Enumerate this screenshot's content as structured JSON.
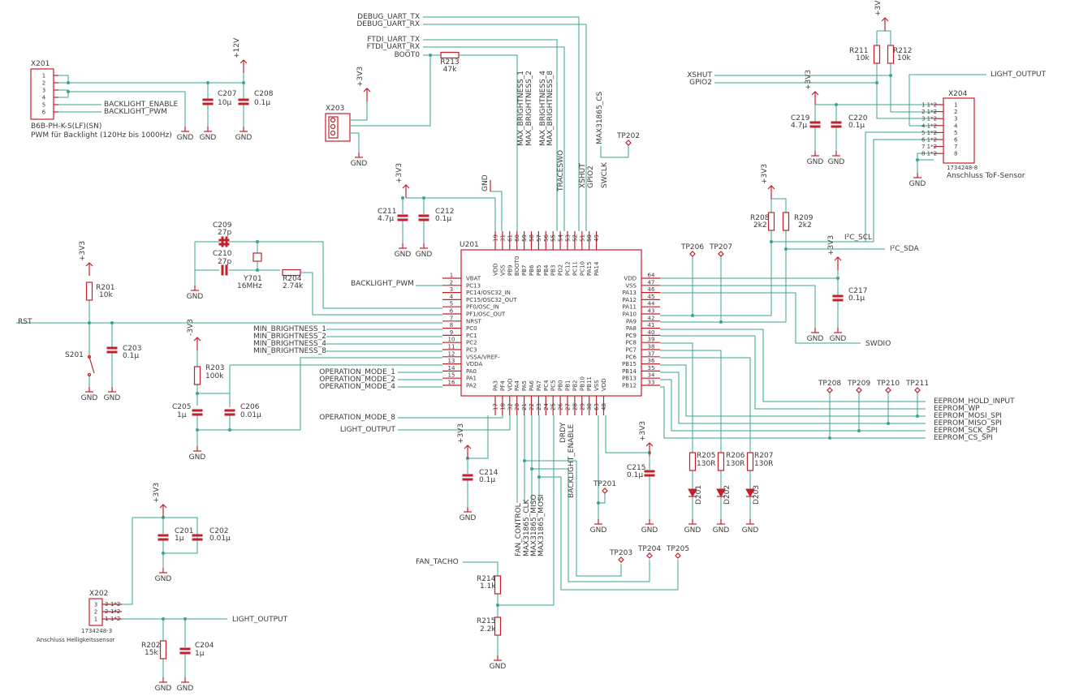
{
  "colors": {
    "wire": "#3aa58c",
    "part": "#c0202a",
    "text": "#3a3a3a",
    "bg": "#ffffff"
  },
  "labels": {
    "x201": "X201",
    "x201_part": "B6B-PH-K-S(LF)(SN)",
    "x201_note": "PWM für Backlight (120Hz bis 1000Hz)",
    "backlight_enable": "BACKLIGHT_ENABLE",
    "backlight_pwm": "BACKLIGHT_PWM",
    "c207": "C207",
    "c207v": "10µ",
    "c208": "C208",
    "c208v": "0.1µ",
    "p12v": "+12V",
    "debug_tx": "DEBUG_UART_TX",
    "debug_rx": "DEBUG_UART_RX",
    "ftdi_tx": "FTDI_UART_TX",
    "ftdi_rx": "FTDI_UART_RX",
    "boot0": "BOOT0",
    "r213": "R213",
    "r213v": "47k",
    "x203": "X203",
    "p3v3": "+3V3",
    "gnd": "GND",
    "max_b1": "MAX_BRIGHTNESS_1",
    "max_b2": "MAX_BRIGHTNESS_2",
    "max_b4": "MAX_BRIGHTNESS_4",
    "max_b8": "MAX_BRIGHTNESS_8",
    "max_cs": "MAX31865_CS",
    "tp202": "TP202",
    "traceswo": "TRACESWO",
    "xshut": "XSHUT",
    "gpio2": "GPIO2",
    "swclk": "SWCLK",
    "r211": "R211",
    "r211v": "10k",
    "r212": "R212",
    "r212v": "10k",
    "light_output": "LIGHT_OUTPUT",
    "c219": "C219",
    "c219v": "4.7µ",
    "c220": "C220",
    "c220v": "0.1µ",
    "x204": "X204",
    "x204_part": "1734248-8",
    "x204_note": "Anschluss ToF-Sensor",
    "c211": "C211",
    "c211v": "4.7µ",
    "c212": "C212",
    "c212v": "0.1µ",
    "c209": "C209",
    "c209v": "27p",
    "c210": "C210",
    "c210v": "27p",
    "y701": "Y701",
    "y701v": "16MHz",
    "r204": "R204",
    "r204v": "2.74k",
    "u201": "U201",
    "r208": "R208",
    "r208v": "2k2",
    "r209": "R209",
    "r209v": "2k2",
    "i2c_scl": "I²C_SCL",
    "i2c_sda": "I²C_SDA",
    "tp206": "TP206",
    "tp207": "TP207",
    "c217": "C217",
    "c217v": "0.1µ",
    "swdio": "SWDIO",
    "rst": "RST",
    "r201": "R201",
    "r201v": "10k",
    "s201": "S201",
    "c203": "C203",
    "c203v": "0.1µ",
    "min_b1": "MIN_BRIGHTNESS_1",
    "min_b2": "MIN_BRIGHTNESS_2",
    "min_b4": "MIN_BRIGHTNESS_4",
    "min_b8": "MIN_BRIGHTNESS_8",
    "op1": "OPERATION_MODE_1",
    "op2": "OPERATION_MODE_2",
    "op4": "OPERATION_MODE_4",
    "op8": "OPERATION_MODE_8",
    "r203": "R203",
    "r203v": "100k",
    "c205": "C205",
    "c205v": "1µ",
    "c206": "C206",
    "c206v": "0.01µ",
    "tp208": "TP208",
    "tp209": "TP209",
    "tp210": "TP210",
    "tp211": "TP211",
    "ee_hold": "EEPROM_HOLD_INPUT",
    "ee_wp": "EEPROM_WP",
    "ee_mosi": "EEPROM_MOSI_SPI",
    "ee_miso": "EEPROM_MISO_SPI",
    "ee_sck": "EEPROM_SCK_SPI",
    "ee_cs": "EEPROM_CS_SPI",
    "c214": "C214",
    "c214v": "0.1µ",
    "fan_control": "FAN_CONTROL",
    "max_clk": "MAX31865_CLK",
    "max_miso": "MAX31865_MISO",
    "max_mosi": "MAX31865_MOSI",
    "drdy": "DRDY",
    "tp201": "TP201",
    "c215": "C215",
    "c215v": "0.1µ",
    "r205": "R205",
    "r205v": "130R",
    "r206": "R206",
    "r206v": "130R",
    "r207": "R207",
    "r207v": "130R",
    "d201": "D201",
    "d202": "D202",
    "d203": "D203",
    "tp203": "TP203",
    "tp204": "TP204",
    "tp205": "TP205",
    "fan_tacho": "FAN_TACHO",
    "r214": "R214",
    "r214v": "1.1k",
    "r215": "R215",
    "r215v": "2.2k",
    "c201": "C201",
    "c201v": "1µ",
    "c202": "C202",
    "c202v": "0.01µ",
    "x202": "X202",
    "x202_part": "1734248-3",
    "x202_note": "Anschluss Helligkeitssensor",
    "r202": "R202",
    "r202v": "15k",
    "c204": "C204",
    "c204v": "1µ",
    "m3v3": "-3V3"
  },
  "mcu_left_pins": [
    {
      "num": "1",
      "name": "VBAT"
    },
    {
      "num": "2",
      "name": "PC13"
    },
    {
      "num": "3",
      "name": "PC14/OSC32_IN"
    },
    {
      "num": "4",
      "name": "PC15/OSC32_OUT"
    },
    {
      "num": "5",
      "name": "PF0/OSC_IN"
    },
    {
      "num": "6",
      "name": "PF1/OSC_OUT"
    },
    {
      "num": "7",
      "name": "NRST"
    },
    {
      "num": "8",
      "name": "PC0"
    },
    {
      "num": "9",
      "name": "PC1"
    },
    {
      "num": "10",
      "name": "PC2"
    },
    {
      "num": "11",
      "name": "PC3"
    },
    {
      "num": "12",
      "name": "VSSA/VREF-"
    },
    {
      "num": "13",
      "name": "VDDA"
    },
    {
      "num": "14",
      "name": "PA0"
    },
    {
      "num": "15",
      "name": "PA1"
    },
    {
      "num": "16",
      "name": "PA2"
    }
  ],
  "mcu_right_pins": [
    {
      "num": "64",
      "name": "VDD"
    },
    {
      "num": "47",
      "name": "VSS"
    },
    {
      "num": "46",
      "name": "PA13"
    },
    {
      "num": "45",
      "name": "PA12"
    },
    {
      "num": "44",
      "name": "PA11"
    },
    {
      "num": "43",
      "name": "PA10"
    },
    {
      "num": "42",
      "name": "PA9"
    },
    {
      "num": "41",
      "name": "PA8"
    },
    {
      "num": "40",
      "name": "PC9"
    },
    {
      "num": "39",
      "name": "PC8"
    },
    {
      "num": "38",
      "name": "PC7"
    },
    {
      "num": "37",
      "name": "PC6"
    },
    {
      "num": "36",
      "name": "PB15"
    },
    {
      "num": "35",
      "name": "PB14"
    },
    {
      "num": "34",
      "name": "PB13"
    },
    {
      "num": "33",
      "name": "PB12"
    }
  ],
  "mcu_top_pins": [
    {
      "num": "19",
      "name": "VDD"
    },
    {
      "num": "31",
      "name": "VSS"
    },
    {
      "num": "61",
      "name": "PB9"
    },
    {
      "num": "60",
      "name": "BOOT0"
    },
    {
      "num": "59",
      "name": "PB7"
    },
    {
      "num": "58",
      "name": "PB6"
    },
    {
      "num": "57",
      "name": "PB5"
    },
    {
      "num": "56",
      "name": "PB4"
    },
    {
      "num": "55",
      "name": "PB3"
    },
    {
      "num": "54",
      "name": "PD2"
    },
    {
      "num": "53",
      "name": "PC12"
    },
    {
      "num": "52",
      "name": "PC11"
    },
    {
      "num": "51",
      "name": "PC10"
    },
    {
      "num": "50",
      "name": "PA15"
    },
    {
      "num": "49",
      "name": "PA14"
    }
  ],
  "mcu_bottom_pins": [
    {
      "num": "17",
      "name": "PA3"
    },
    {
      "num": "18",
      "name": "PF4"
    },
    {
      "num": "32",
      "name": "VDD"
    },
    {
      "num": "20",
      "name": "PA4"
    },
    {
      "num": "21",
      "name": "PA5"
    },
    {
      "num": "22",
      "name": "PA6"
    },
    {
      "num": "23",
      "name": "PA7"
    },
    {
      "num": "24",
      "name": "PC4"
    },
    {
      "num": "25",
      "name": "PC5"
    },
    {
      "num": "26",
      "name": "PB0"
    },
    {
      "num": "27",
      "name": "PB1"
    },
    {
      "num": "28",
      "name": "PB2"
    },
    {
      "num": "29",
      "name": "PB10"
    },
    {
      "num": "30",
      "name": "PB11"
    },
    {
      "num": "63",
      "name": "VSS"
    },
    {
      "num": "48",
      "name": "VDD"
    }
  ],
  "x201_pins": [
    "1",
    "2",
    "3",
    "4",
    "5",
    "6"
  ],
  "x204_pins": [
    "1",
    "2",
    "3",
    "4",
    "5",
    "6",
    "7",
    "8"
  ],
  "x204_pin_labels": [
    "1 1*2",
    "2 1*2",
    "3 1*2",
    "4 1*2",
    "5 1*2",
    "6 1*2",
    "7 1*2",
    "8 1*2"
  ],
  "x202_pins": [
    "3",
    "2",
    "1"
  ],
  "x202_pin_labels": [
    "3-1*2",
    "2-1*2",
    "1-1*2"
  ]
}
